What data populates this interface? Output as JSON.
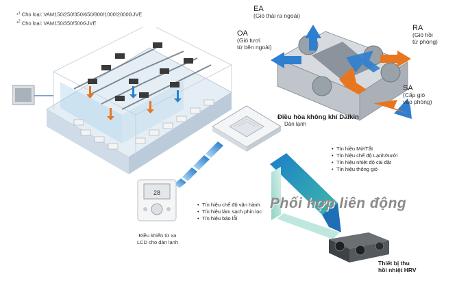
{
  "notes": [
    {
      "mark": "1",
      "text": "Cho loại: VAM150/250/350/650/800/1000/2000GJVE"
    },
    {
      "mark": "2",
      "text": "Cho loại: VAM150/350/500GJVE"
    }
  ],
  "hrv_labels": {
    "ea_code": "EA",
    "ea_desc": "(Gió thải ra ngoài)",
    "oa_code": "OA",
    "oa_desc_1": "(Gió tươi",
    "oa_desc_2": "từ bên ngoài)",
    "ra_code": "RA",
    "ra_desc_1": "(Gió hồi",
    "ra_desc_2": "từ phòng)",
    "sa_code": "SA",
    "sa_desc_1": "(Cấp gió",
    "sa_desc_2": "vào phòng)"
  },
  "indoor_unit": {
    "title": "Điều hòa không khí Daikin",
    "subtitle": "Dàn lạnh"
  },
  "remote": {
    "line1": "Điều khiển từ xa",
    "line2": "LCD cho dàn lạnh"
  },
  "signals_top": [
    "Tín hiệu Mở/Tắt",
    "Tín hiệu chế độ Lạnh/Sưởi",
    "Tín hiệu nhiệt độ cài đặt",
    "Tín hiệu thông gió"
  ],
  "signals_bottom": [
    "Tín hiệu chế độ vận hành",
    "Tín hiệu làm sạch phin lọc",
    "Tín hiệu báo lỗi"
  ],
  "slogan": "Phối hợp liên động",
  "hrv_unit": {
    "line1": "Thiết bị thu",
    "line2": "hồi nhiệt HRV"
  },
  "colors": {
    "fresh_air": "#2f7fd0",
    "exhaust_air": "#e8761e",
    "link_gradient": [
      "#1b7fc8",
      "#3fb8a8"
    ]
  }
}
